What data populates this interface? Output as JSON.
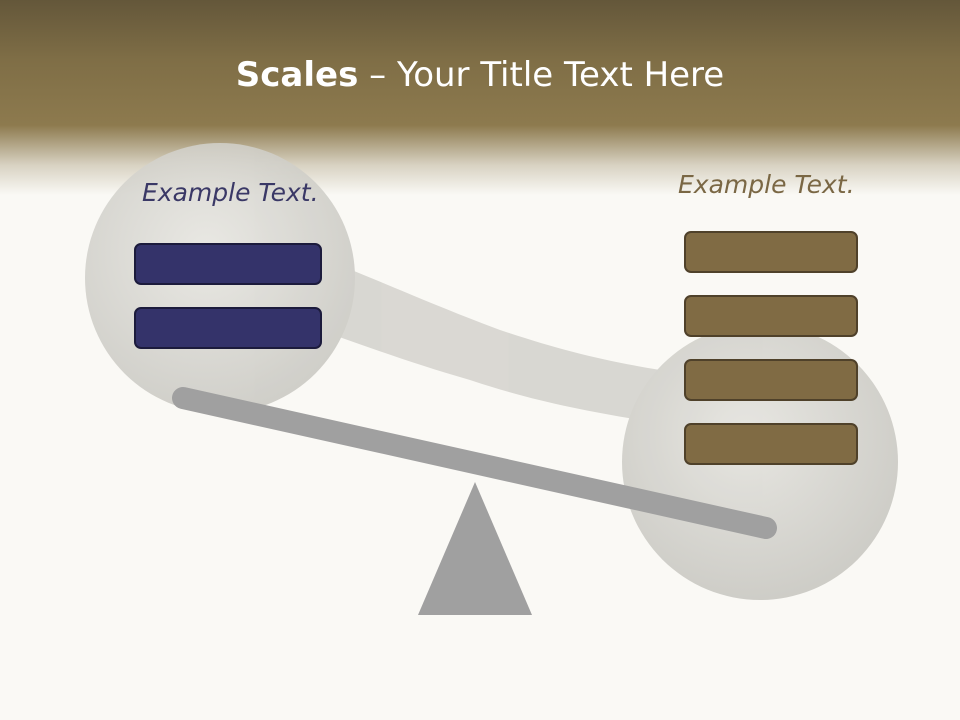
{
  "slide": {
    "title_bold": "Scales",
    "title_rest": " – Your Title Text Here"
  },
  "left_side": {
    "label": "Example Text.",
    "color": "#34336a",
    "box_count": 2
  },
  "right_side": {
    "label": "Example Text.",
    "color": "#806b44",
    "box_count": 4
  },
  "colors": {
    "header_brown": "#8d7a4e",
    "beam_gray": "#a0a0a0",
    "background": "#faf9f5"
  }
}
